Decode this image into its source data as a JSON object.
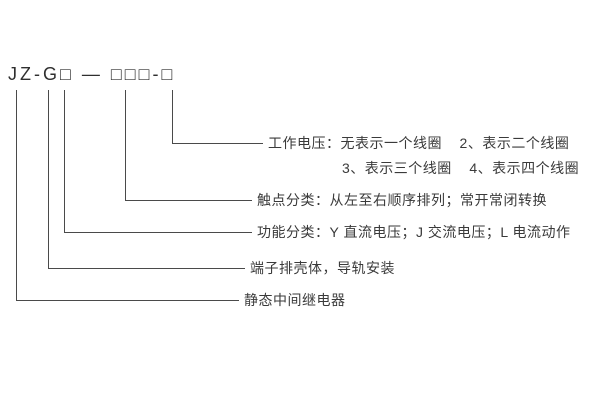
{
  "diagram": {
    "title_hidden": "",
    "model_code": "JZ-G□ — □□□-□",
    "line_color": "#4a4a4a",
    "annotations": [
      {
        "id": "working-voltage-line1",
        "text": "工作电压：无表示一个线圈    2、表示二个线圈"
      },
      {
        "id": "working-voltage-line2",
        "text": "3、表示三个线圈    4、表示四个线圈"
      },
      {
        "id": "contact-class",
        "text": "触点分类：从左至右顺序排列；常开常闭转换"
      },
      {
        "id": "function-class",
        "text": "功能分类：Y 直流电压；J 交流电压；L 电流动作"
      },
      {
        "id": "housing",
        "text": "端子排壳体，导轨安装"
      },
      {
        "id": "relay-type",
        "text": "静态中间继电器"
      }
    ]
  }
}
